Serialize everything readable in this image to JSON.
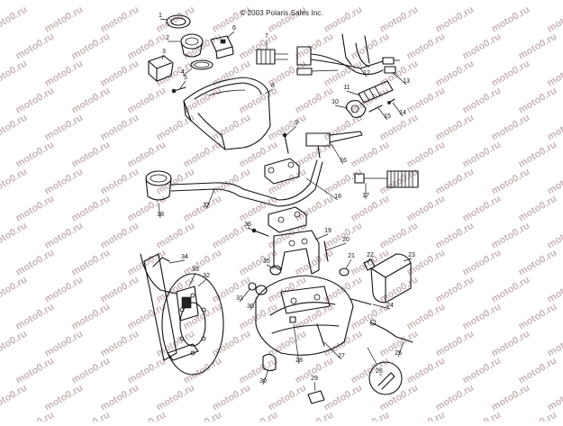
{
  "copyright": "© 2003 Polaris Sales Inc.",
  "watermark_text": "moto0.ru",
  "colors": {
    "line": "#111111",
    "watermark": "#c9b6b6",
    "background": "#ffffff"
  },
  "callouts": [
    {
      "id": "c1",
      "label": "1"
    },
    {
      "id": "c2",
      "label": "2"
    },
    {
      "id": "c3",
      "label": "3"
    },
    {
      "id": "c4",
      "label": "4"
    },
    {
      "id": "c5",
      "label": "5"
    },
    {
      "id": "c6",
      "label": "6"
    },
    {
      "id": "c7",
      "label": "7"
    },
    {
      "id": "c8",
      "label": "8"
    },
    {
      "id": "c9",
      "label": "9"
    },
    {
      "id": "c10",
      "label": "10"
    },
    {
      "id": "c11",
      "label": "11"
    },
    {
      "id": "c12",
      "label": "12"
    },
    {
      "id": "c13",
      "label": "13"
    },
    {
      "id": "c14",
      "label": "14"
    },
    {
      "id": "c15",
      "label": "15"
    },
    {
      "id": "c16",
      "label": "16"
    },
    {
      "id": "c17",
      "label": "17"
    },
    {
      "id": "c18",
      "label": "18"
    },
    {
      "id": "c19",
      "label": "19"
    },
    {
      "id": "c20",
      "label": "20"
    },
    {
      "id": "c21",
      "label": "21"
    },
    {
      "id": "c22",
      "label": "22"
    },
    {
      "id": "c23",
      "label": "23"
    },
    {
      "id": "c24",
      "label": "24"
    },
    {
      "id": "c25",
      "label": "25"
    },
    {
      "id": "c26",
      "label": "26"
    },
    {
      "id": "c27",
      "label": "27"
    },
    {
      "id": "c28",
      "label": "28"
    },
    {
      "id": "c29",
      "label": "29"
    },
    {
      "id": "c30a",
      "label": "30"
    },
    {
      "id": "c30b",
      "label": "30"
    },
    {
      "id": "c31",
      "label": "31"
    },
    {
      "id": "c32",
      "label": "32"
    },
    {
      "id": "c33",
      "label": "33"
    },
    {
      "id": "c34",
      "label": "34"
    },
    {
      "id": "c35",
      "label": "35"
    },
    {
      "id": "c36",
      "label": "36"
    },
    {
      "id": "c37",
      "label": "37"
    },
    {
      "id": "c38",
      "label": "38"
    }
  ]
}
